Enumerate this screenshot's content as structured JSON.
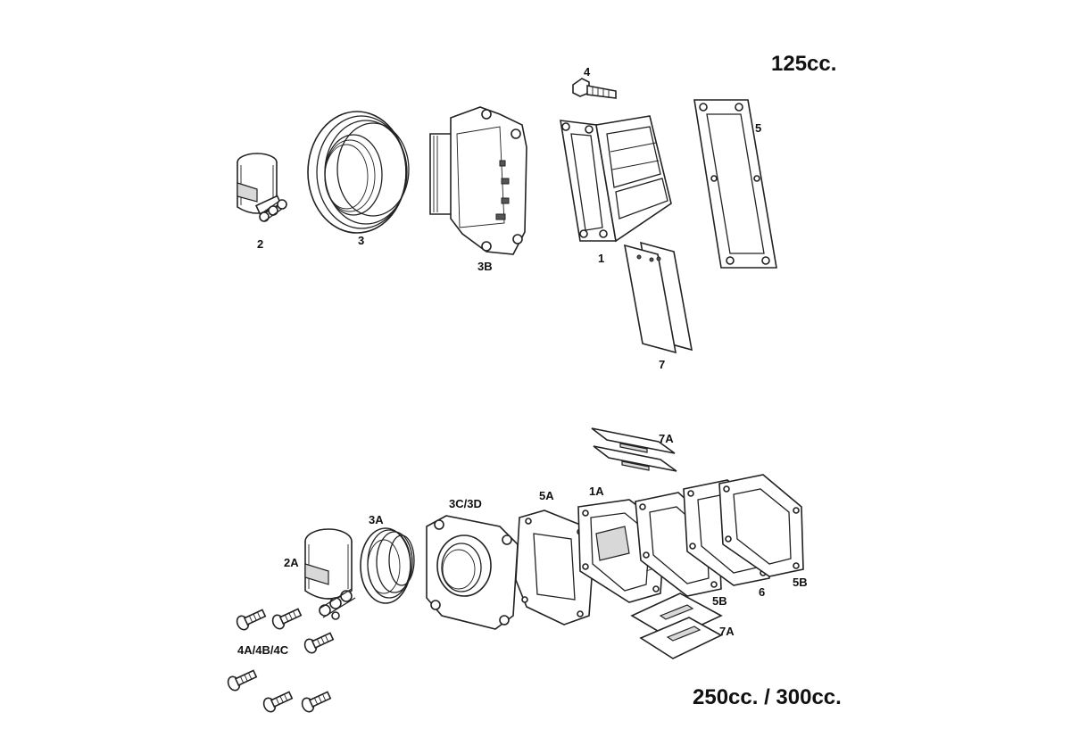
{
  "sections": {
    "top_title": "125cc.",
    "bottom_title": "250cc. / 300cc."
  },
  "labels": {
    "p4": "4",
    "p5": "5",
    "p2": "2",
    "p3": "3",
    "p3b": "3B",
    "p1": "1",
    "p7": "7",
    "p7a_top": "7A",
    "p3c3d": "3C/3D",
    "p5a": "5A",
    "p1a": "1A",
    "p3a": "3A",
    "p2a": "2A",
    "p5b_left": "5B",
    "p6": "6",
    "p5b_right": "5B",
    "p7a_bottom": "7A",
    "p4abc": "4A/4B/4C"
  }
}
